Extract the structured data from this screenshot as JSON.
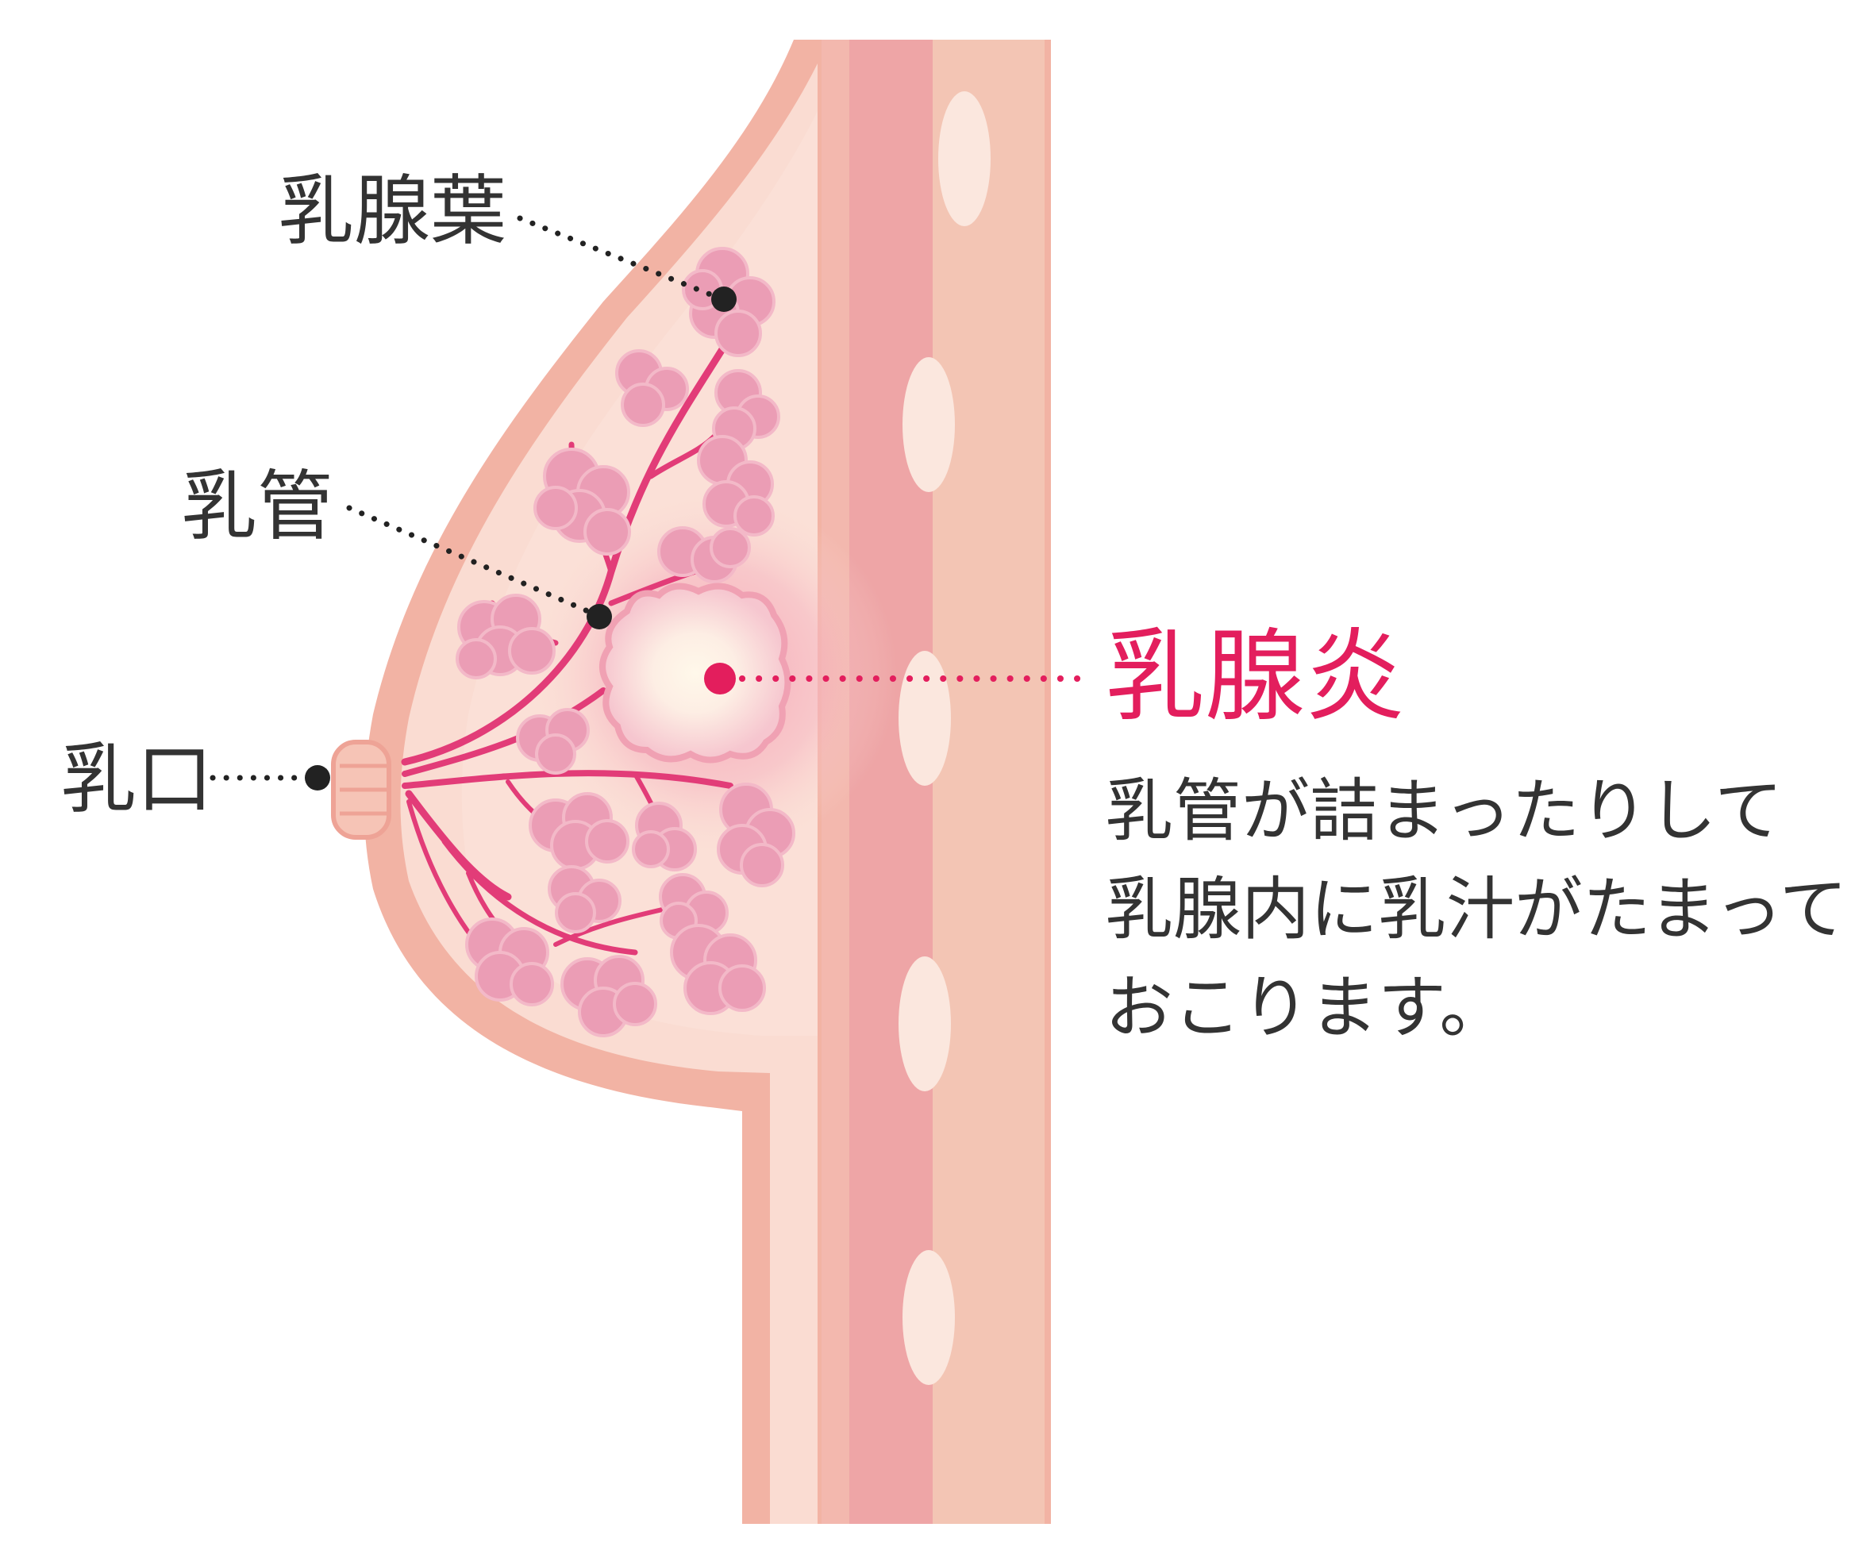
{
  "labels": {
    "lobule": "乳腺葉",
    "duct": "乳管",
    "nipple_opening": "乳口"
  },
  "highlight": {
    "title": "乳腺炎",
    "description": [
      "乳管が詰まったりして",
      "乳腺内に乳汁がたまって",
      "おこります。"
    ]
  },
  "colors": {
    "skin_outline": "#f2b3a4",
    "skin_fill": "#fadcd2",
    "muscle": "#eea5a6",
    "rib_layer": "#f3c5b4",
    "rib": "#fbe7de",
    "gland": "#eb9db5",
    "duct": "#e23c78",
    "accent": "#e31e5d",
    "text": "#333333"
  }
}
